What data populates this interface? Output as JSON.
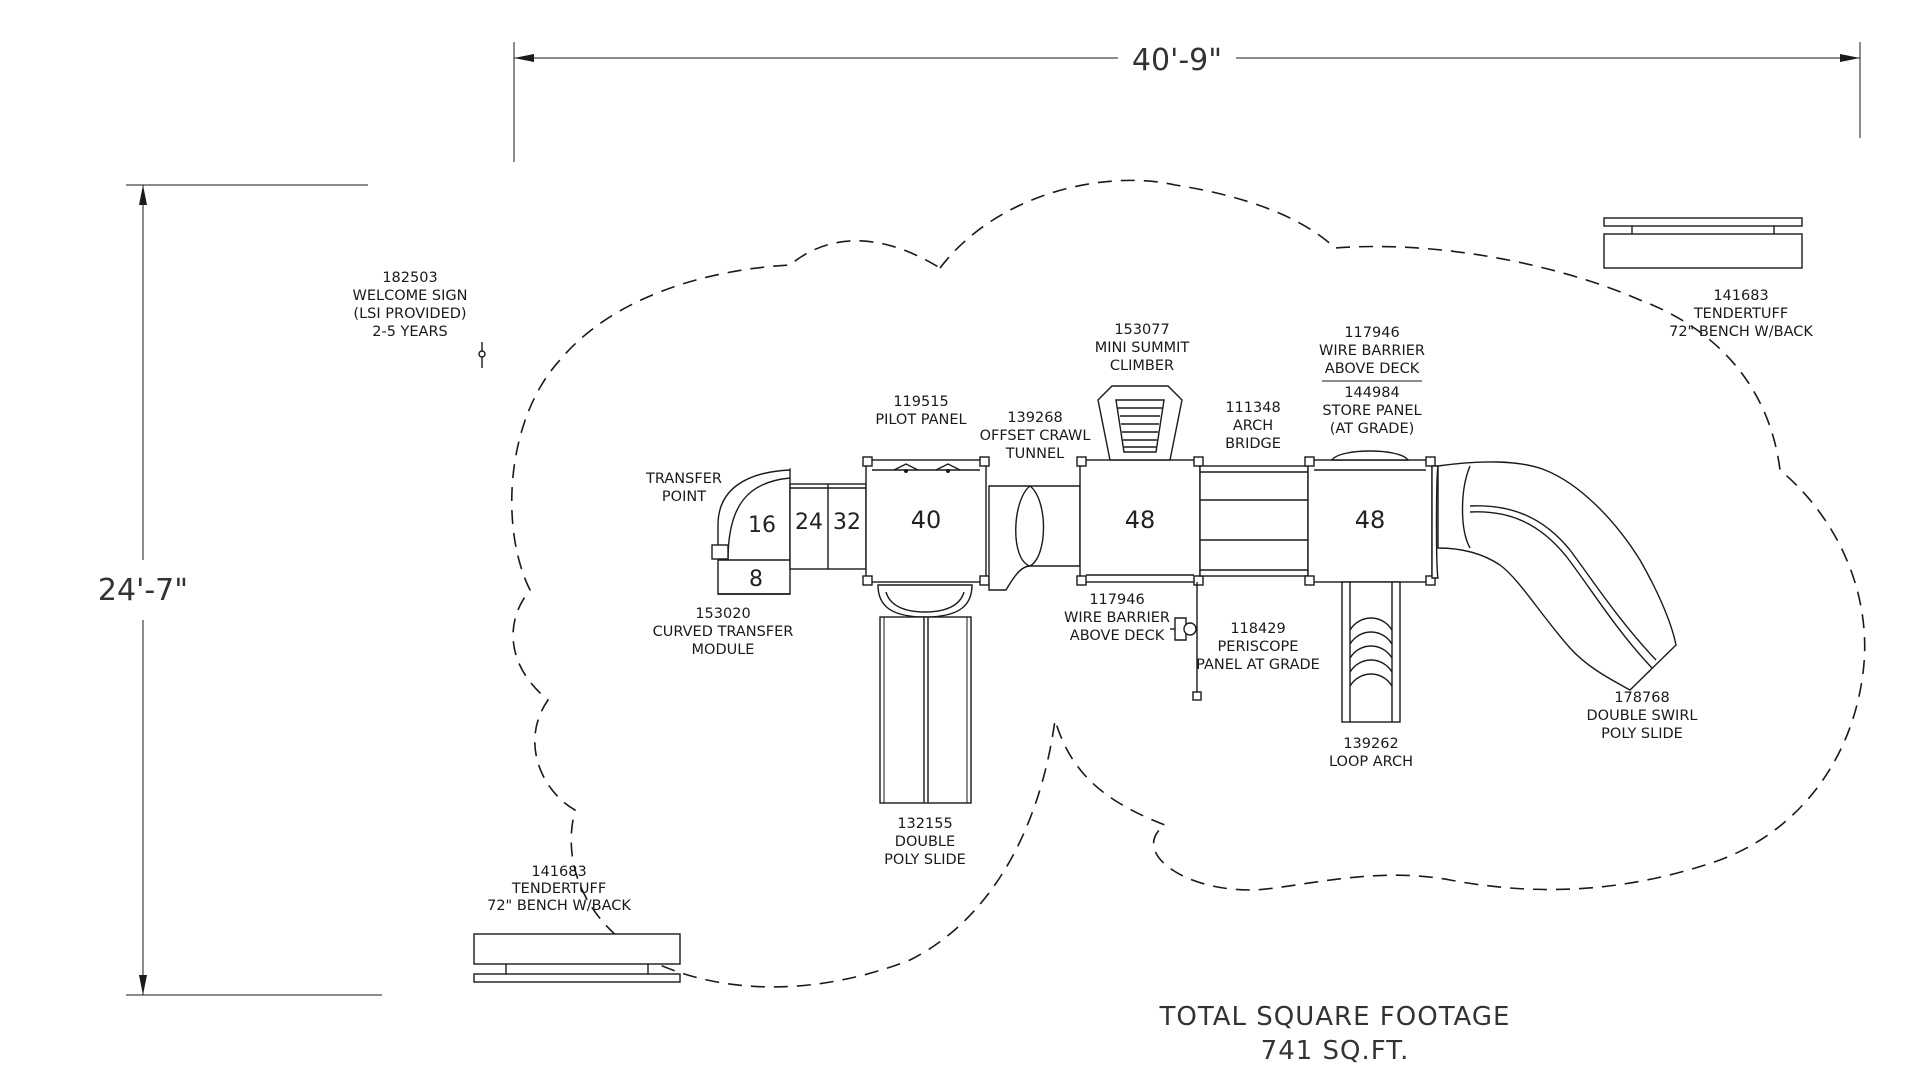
{
  "dimensions": {
    "width": "40'-9\"",
    "height": "24'-7\""
  },
  "total": {
    "line1": "TOTAL SQUARE FOOTAGE",
    "line2": "741 SQ.FT."
  },
  "decks": {
    "d16": "16",
    "d24": "24",
    "d32": "32",
    "d8": "8",
    "d40": "40",
    "d48a": "48",
    "d48b": "48"
  },
  "labels": {
    "welcome_sign": [
      "182503",
      "WELCOME SIGN",
      "(LSI PROVIDED)",
      "2-5 YEARS"
    ],
    "bench_top": [
      "141683",
      "TENDERTUFF",
      "72\" BENCH W/BACK"
    ],
    "bench_bottom": [
      "141683",
      "TENDERTUFF",
      "72\" BENCH W/BACK"
    ],
    "transfer_point": [
      "TRANSFER",
      "POINT"
    ],
    "curved_transfer": [
      "153020",
      "CURVED TRANSFER",
      "MODULE"
    ],
    "pilot_panel": [
      "119515",
      "PILOT PANEL"
    ],
    "crawl_tunnel": [
      "139268",
      "OFFSET CRAWL",
      "TUNNEL"
    ],
    "summit_climber": [
      "153077",
      "MINI SUMMIT",
      "CLIMBER"
    ],
    "arch_bridge": [
      "111348",
      "ARCH",
      "BRIDGE"
    ],
    "wire_barrier_top": [
      "117946",
      "WIRE BARRIER",
      "ABOVE DECK"
    ],
    "store_panel": [
      "144984",
      "STORE PANEL",
      "(AT GRADE)"
    ],
    "wire_barrier_bottom": [
      "117946",
      "WIRE BARRIER",
      "ABOVE DECK"
    ],
    "periscope_panel": [
      "118429",
      "PERISCOPE",
      "PANEL AT GRADE"
    ],
    "double_poly_slide": [
      "132155",
      "DOUBLE",
      "POLY SLIDE"
    ],
    "loop_arch": [
      "139262",
      "LOOP ARCH"
    ],
    "swirl_slide": [
      "178768",
      "DOUBLE SWIRL",
      "POLY SLIDE"
    ]
  }
}
